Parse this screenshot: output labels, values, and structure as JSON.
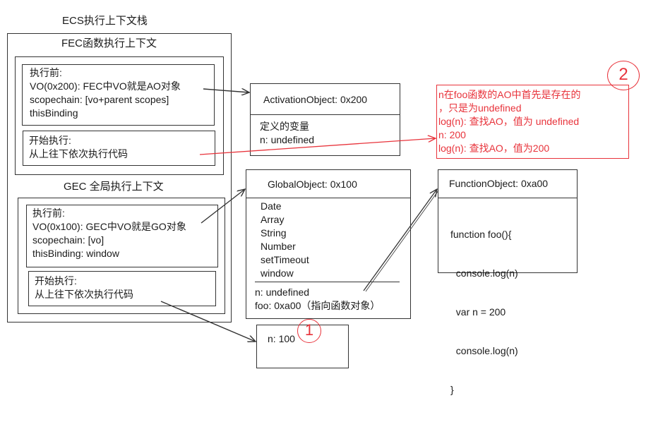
{
  "ecs": {
    "title": "ECS执行上下文栈",
    "fec": {
      "title": "FEC函数执行上下文",
      "before": {
        "heading": "执行前:",
        "vo": "VO(0x200): FEC中VO就是AO对象",
        "scopechain": "scopechain: [vo+parent scopes]",
        "this": "thisBinding"
      },
      "exec": {
        "heading": "开始执行:",
        "desc": "从上往下依次执行代码"
      }
    },
    "gec": {
      "title": "GEC 全局执行上下文",
      "before": {
        "heading": "执行前:",
        "vo": "VO(0x100): GEC中VO就是GO对象",
        "scopechain": "scopechain: [vo]",
        "this": "thisBinding: window"
      },
      "exec": {
        "heading": "开始执行:",
        "desc": "从上往下依次执行代码"
      }
    }
  },
  "activation_object": {
    "title": "ActivationObject: 0x200",
    "lines": [
      "定义的变量",
      "n: undefined"
    ]
  },
  "global_object": {
    "title": "GlobalObject: 0x100",
    "builtins": [
      "Date",
      "Array",
      "String",
      "Number",
      "setTimeout",
      "window"
    ],
    "vars": [
      "n: undefined",
      "foo: 0xa00（指向函数对象）"
    ]
  },
  "function_object": {
    "title": "FunctionObject: 0xa00",
    "code": [
      "function foo(){",
      "  console.log(n)",
      "  var n = 200",
      "  console.log(n)",
      "}"
    ]
  },
  "note": {
    "lines": [
      "n在foo函数的AO中首先是存在的",
      "，只是为undefined",
      "log(n): 查找AO，值为 undefined",
      "n: 200",
      "log(n): 查找AO，值为200"
    ],
    "color": "#e8333b"
  },
  "n_box": {
    "label": "n: 100"
  },
  "markers": {
    "one": "1",
    "two": "2"
  }
}
